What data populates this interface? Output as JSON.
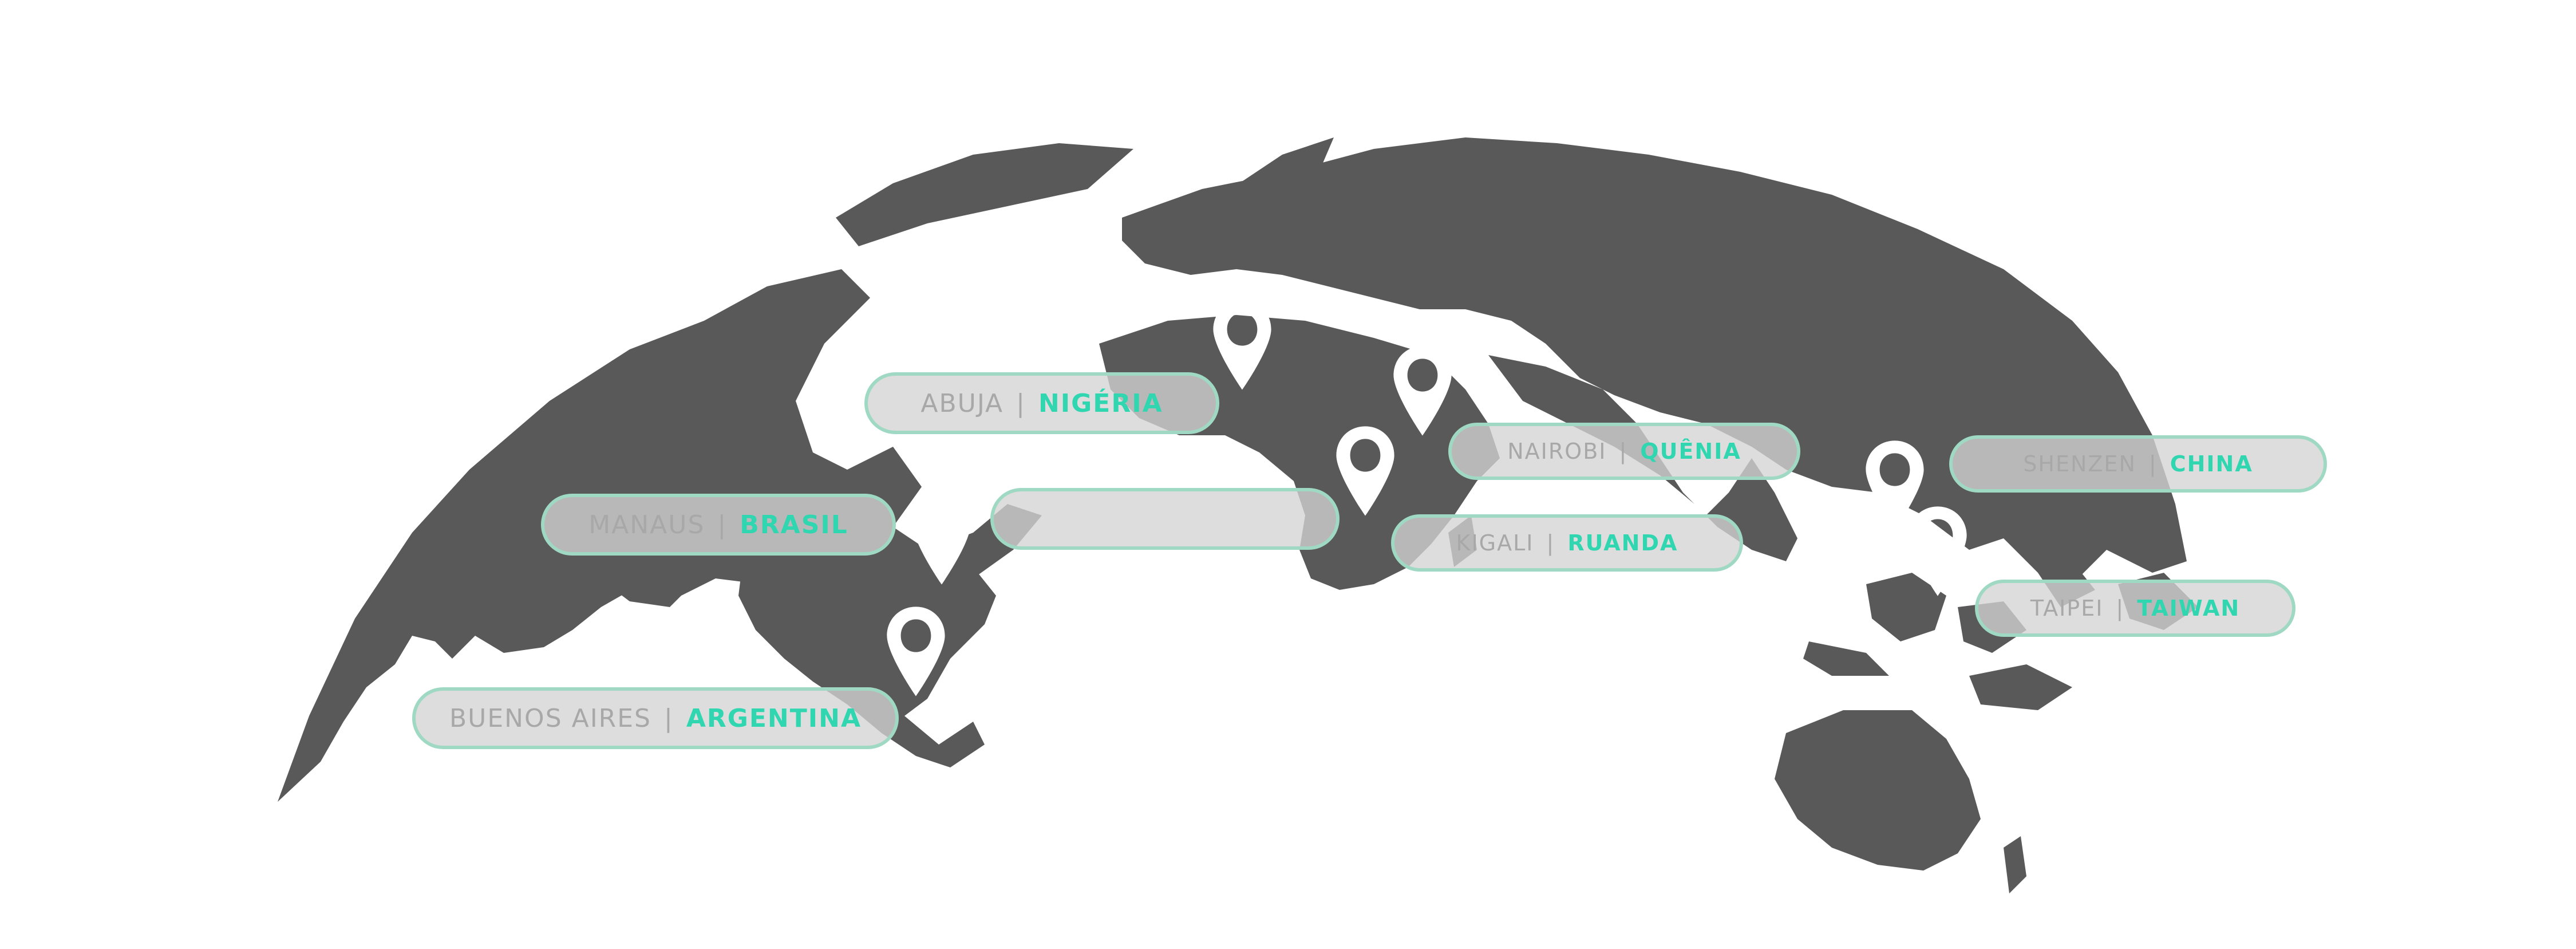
{
  "colors": {
    "land": "#595959",
    "background": "#ffffff",
    "pin": "#ffffff",
    "pill_fill": "#d4d4d4",
    "pill_border": "#9fd9c4",
    "city_text": "#a8a8a8",
    "country_text": "#2fd6b0"
  },
  "labels": [
    {
      "id": "abuja",
      "city": "ABUJA",
      "separator": "|",
      "country": "NIGÉRIA"
    },
    {
      "id": "manaus",
      "city": "MANAUS",
      "separator": "|",
      "country": "BRASIL"
    },
    {
      "id": "buenos-aires",
      "city": "BUENOS AIRES",
      "separator": "|",
      "country": "ARGENTINA"
    },
    {
      "id": "nairobi",
      "city": "NAIROBI",
      "separator": "|",
      "country": "QUÊNIA"
    },
    {
      "id": "kigali",
      "city": "KIGALI",
      "separator": "|",
      "country": "RUANDA"
    },
    {
      "id": "shenzen",
      "city": "SHENZEN",
      "separator": "|",
      "country": "CHINA"
    },
    {
      "id": "taipei",
      "city": "TAIPEI",
      "separator": "|",
      "country": "TAIWAN"
    },
    {
      "id": "blank",
      "city": "",
      "separator": "",
      "country": ""
    }
  ],
  "pins": [
    {
      "id": "pin-nigeria",
      "icon": "map-pin-icon"
    },
    {
      "id": "pin-kenya",
      "icon": "map-pin-icon"
    },
    {
      "id": "pin-rwanda",
      "icon": "map-pin-icon"
    },
    {
      "id": "pin-brazil",
      "icon": "map-pin-icon"
    },
    {
      "id": "pin-argentina",
      "icon": "map-pin-icon"
    },
    {
      "id": "pin-china",
      "icon": "map-pin-icon"
    },
    {
      "id": "pin-taiwan",
      "icon": "map-pin-icon"
    }
  ]
}
